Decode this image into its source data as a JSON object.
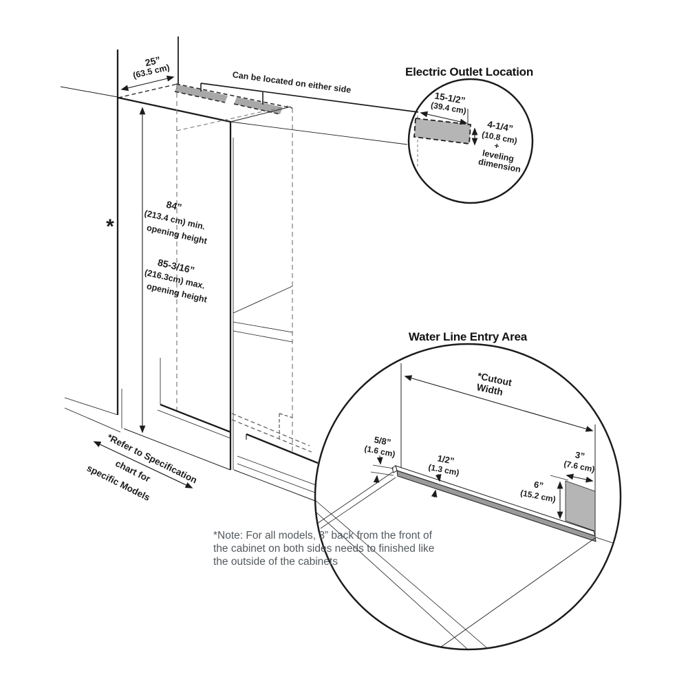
{
  "colors": {
    "line": "#1c1c1c",
    "hidden_line_gray": "#7a7a7a",
    "outlet_fill_gray": "#a8a8a8",
    "detail_fill_gray": "#b5b5b5",
    "note_text_gray": "#53595e"
  },
  "main": {
    "asterisk": "*",
    "depth": {
      "in": "25”",
      "cm": "(63.5 cm)"
    },
    "outlet_side_note": "Can be located on either side",
    "min_opening": {
      "in": "84”",
      "cm": "(213.4 cm) min.",
      "label": "opening height"
    },
    "max_opening": {
      "in": "85-3/16”",
      "cm": "(216.3cm) max.",
      "label": "opening height"
    },
    "spec_note": {
      "line1": "*Refer to Specification",
      "line2": "chart for",
      "line3": "specific Models"
    }
  },
  "electric_outlet_detail": {
    "title": "Electric Outlet Location",
    "width": {
      "in": "15-1/2”",
      "cm": "(39.4 cm)"
    },
    "height": {
      "in": "4-1/4”",
      "cm": "(10.8 cm)",
      "plus": "+",
      "note_line1": "leveling",
      "note_line2": "dimension"
    }
  },
  "water_line_detail": {
    "title": "Water Line Entry Area",
    "cutout_width": {
      "line1": "*Cutout",
      "line2": "Width"
    },
    "clearance": {
      "in": "5/8”",
      "cm": "(1.6 cm)"
    },
    "strip_height": {
      "in": "1/2”",
      "cm": "(1.3 cm)"
    },
    "side_height": {
      "in": "6”",
      "cm": "(15.2 cm)"
    },
    "side_depth": {
      "in": "3”",
      "cm": "(7.6 cm)"
    }
  },
  "footnote": {
    "line1": "*Note:  For all models, 3” back from the front of",
    "line2": "the cabinet on both sides needs to finished like",
    "line3": "the outside of the cabinets"
  }
}
